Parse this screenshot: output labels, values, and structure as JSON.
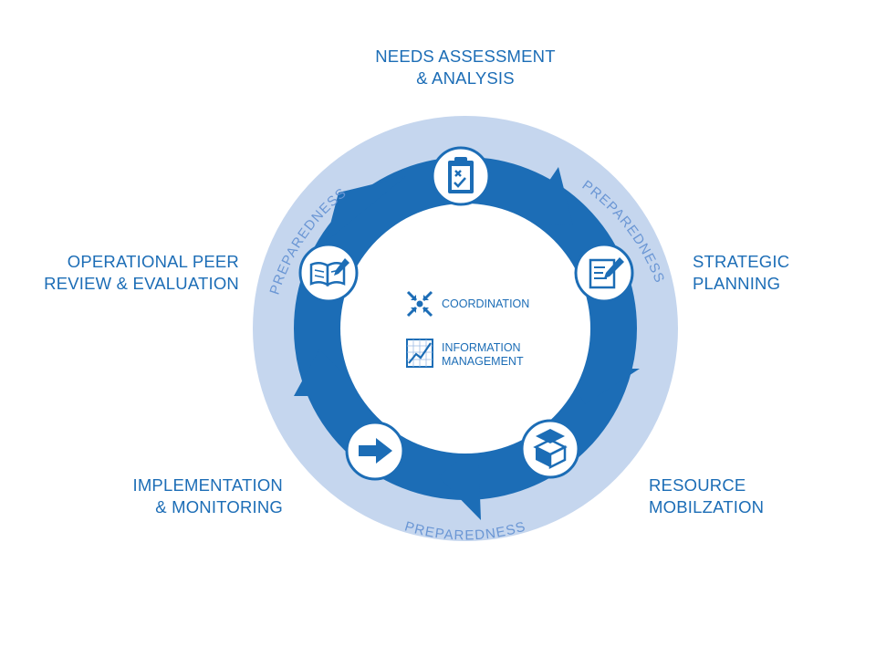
{
  "stages": [
    {
      "line1": "NEEDS ASSESSMENT",
      "line2": "& ANALYSIS",
      "icon": "clipboard-checklist-icon"
    },
    {
      "line1": "STRATEGIC",
      "line2": "PLANNING",
      "icon": "document-pen-icon"
    },
    {
      "line1": "RESOURCE",
      "line2": "MOBILZATION",
      "icon": "open-box-icon"
    },
    {
      "line1": "IMPLEMENTATION",
      "line2": "& MONITORING",
      "icon": "arrow-right-icon"
    },
    {
      "line1": "OPERATIONAL PEER",
      "line2": "REVIEW & EVALUATION",
      "icon": "open-book-pen-icon"
    }
  ],
  "ring_label": "PREPAREDNESS",
  "center": {
    "coordination": "COORDINATION",
    "information_line1": "INFORMATION",
    "information_line2": "MANAGEMENT",
    "coordination_icon": "converging-arrows-icon",
    "information_icon": "line-chart-icon"
  },
  "colors": {
    "primary": "#1c6db6",
    "ring_background": "#c5d6ee",
    "ring_text": "#6a96d4"
  }
}
